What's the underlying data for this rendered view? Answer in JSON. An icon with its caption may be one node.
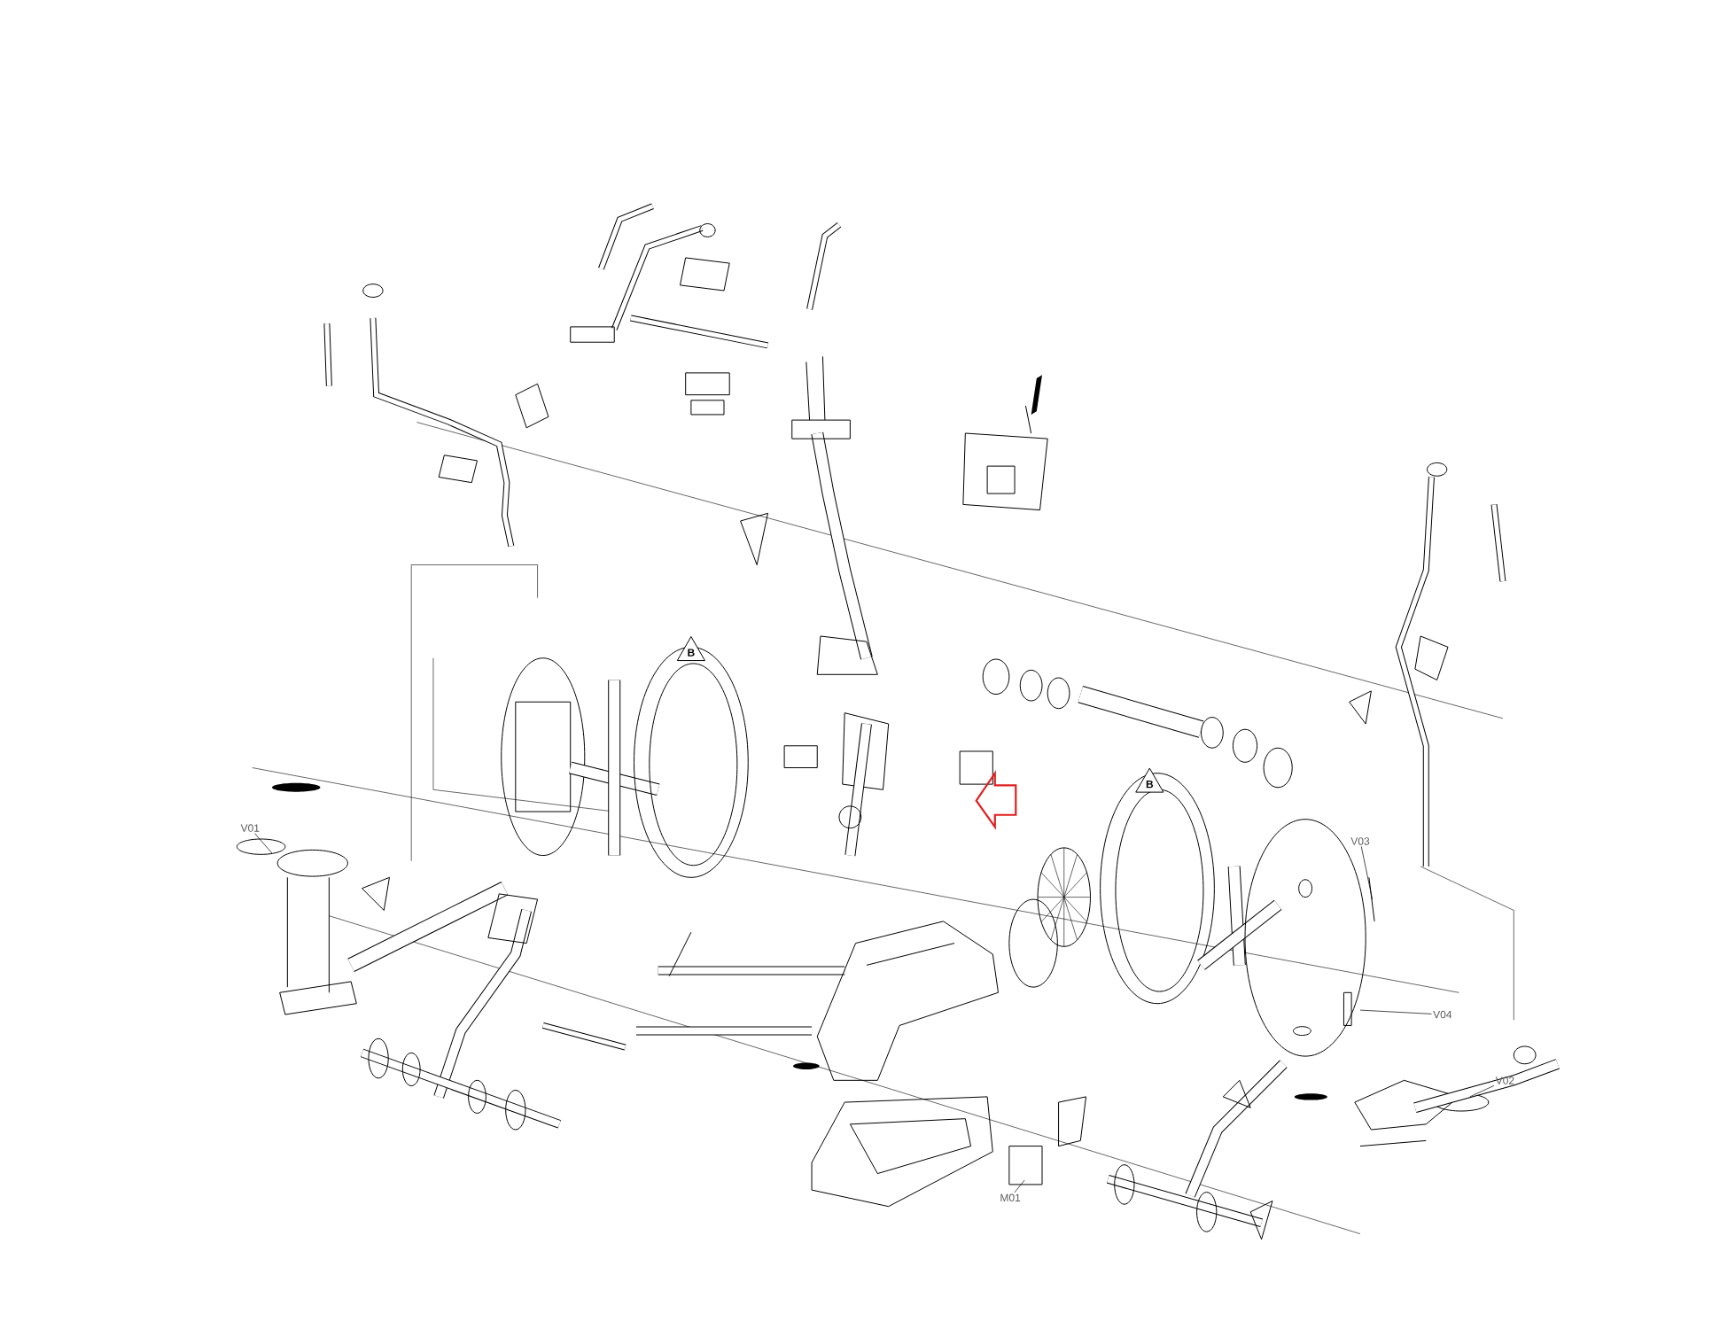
{
  "diagram": {
    "nodes": [
      {
        "text": [
          "V01"
        ]
      },
      {
        "text": [
          "V03"
        ]
      },
      {
        "text": [
          "V04"
        ]
      },
      {
        "text": [
          "V02"
        ]
      },
      {
        "text": [
          "M01"
        ]
      },
      {
        "text": [
          "B"
        ]
      },
      {
        "text": [
          "B"
        ]
      }
    ],
    "edges": [
      {
        "from": 0,
        "to": null,
        "arrow": "none"
      },
      {
        "from": 1,
        "to": null,
        "arrow": "none"
      },
      {
        "from": 2,
        "to": null,
        "arrow": "none"
      },
      {
        "from": 3,
        "to": null,
        "arrow": "none"
      },
      {
        "from": 4,
        "to": null,
        "arrow": "none"
      }
    ]
  }
}
